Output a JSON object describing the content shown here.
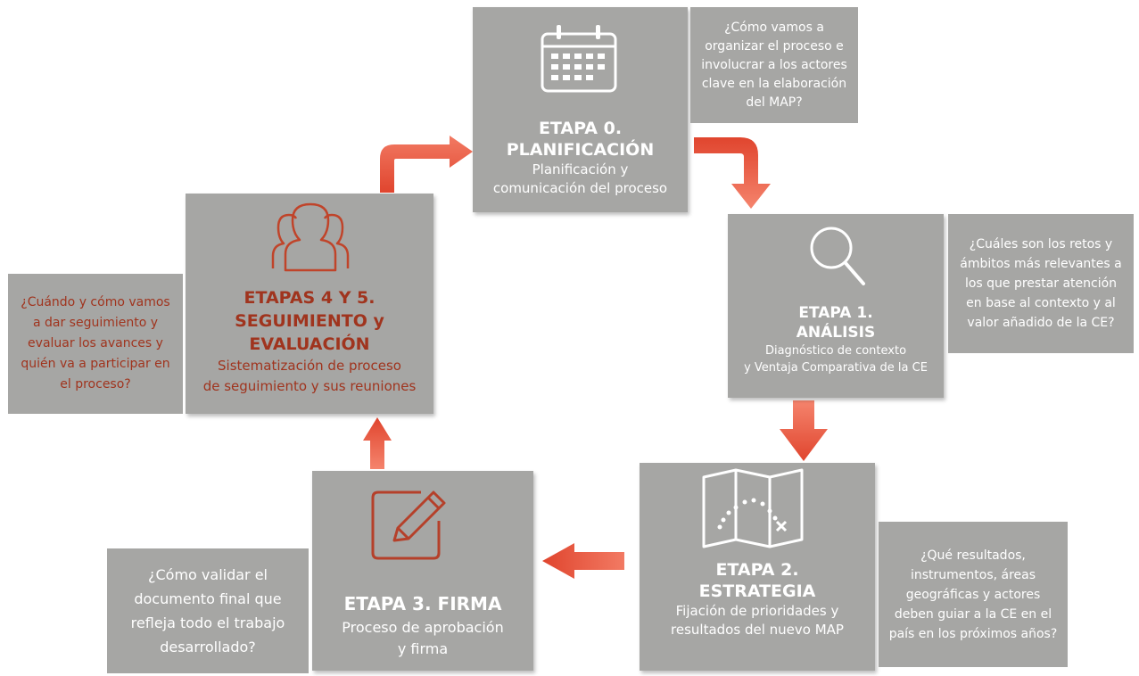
{
  "colors": {
    "box": "#a6a6a4",
    "arrow": "#e8503a",
    "accent": "#a0341e",
    "icon_accent": "#c0442a"
  },
  "stages": {
    "s0": {
      "title_line1": "ETAPA 0.",
      "title_line2": "PLANIFICACIÓN",
      "sub_line1": "Planificación y",
      "sub_line2": "comunicación del proceso",
      "icon": "calendar-icon"
    },
    "s1": {
      "title_line1": "ETAPA 1.",
      "title_line2": "ANÁLISIS",
      "sub_line1": "Diagnóstico de contexto",
      "sub_line2": "y Ventaja Comparativa de la CE",
      "icon": "magnifier-icon"
    },
    "s2": {
      "title_line1": "ETAPA 2.",
      "title_line2": "ESTRATEGIA",
      "sub_line1": "Fijación de prioridades y",
      "sub_line2": "resultados del nuevo MAP",
      "icon": "map-icon"
    },
    "s3": {
      "title_line1": "ETAPA 3. FIRMA",
      "sub_line1": "Proceso de aprobación",
      "sub_line2": "y firma",
      "icon": "edit-icon"
    },
    "s45": {
      "title_line1": "ETAPAS 4 Y 5.",
      "title_line2": "SEGUIMIENTO y",
      "title_line3": "EVALUACIÓN",
      "sub_line1": "Sistematización de proceso",
      "sub_line2": "de seguimiento  y sus reuniones",
      "icon": "people-icon"
    }
  },
  "questions": {
    "q0": "¿Cómo vamos a organizar el proceso e involucrar a los actores clave en la elaboración del MAP?",
    "q1": "¿Cuáles son los retos y ámbitos más relevantes a los que prestar atención en base al contexto y al valor añadido de la CE?",
    "q2": "¿Qué resultados, instrumentos, áreas geográficas y actores deben guiar a la CE en el país en los próximos años?",
    "q3": "¿Cómo validar el documento final que refleja todo el trabajo desarrollado?",
    "q45": "¿Cuándo y cómo vamos a dar seguimiento y evaluar los avances y quién va a participar en el proceso?"
  }
}
